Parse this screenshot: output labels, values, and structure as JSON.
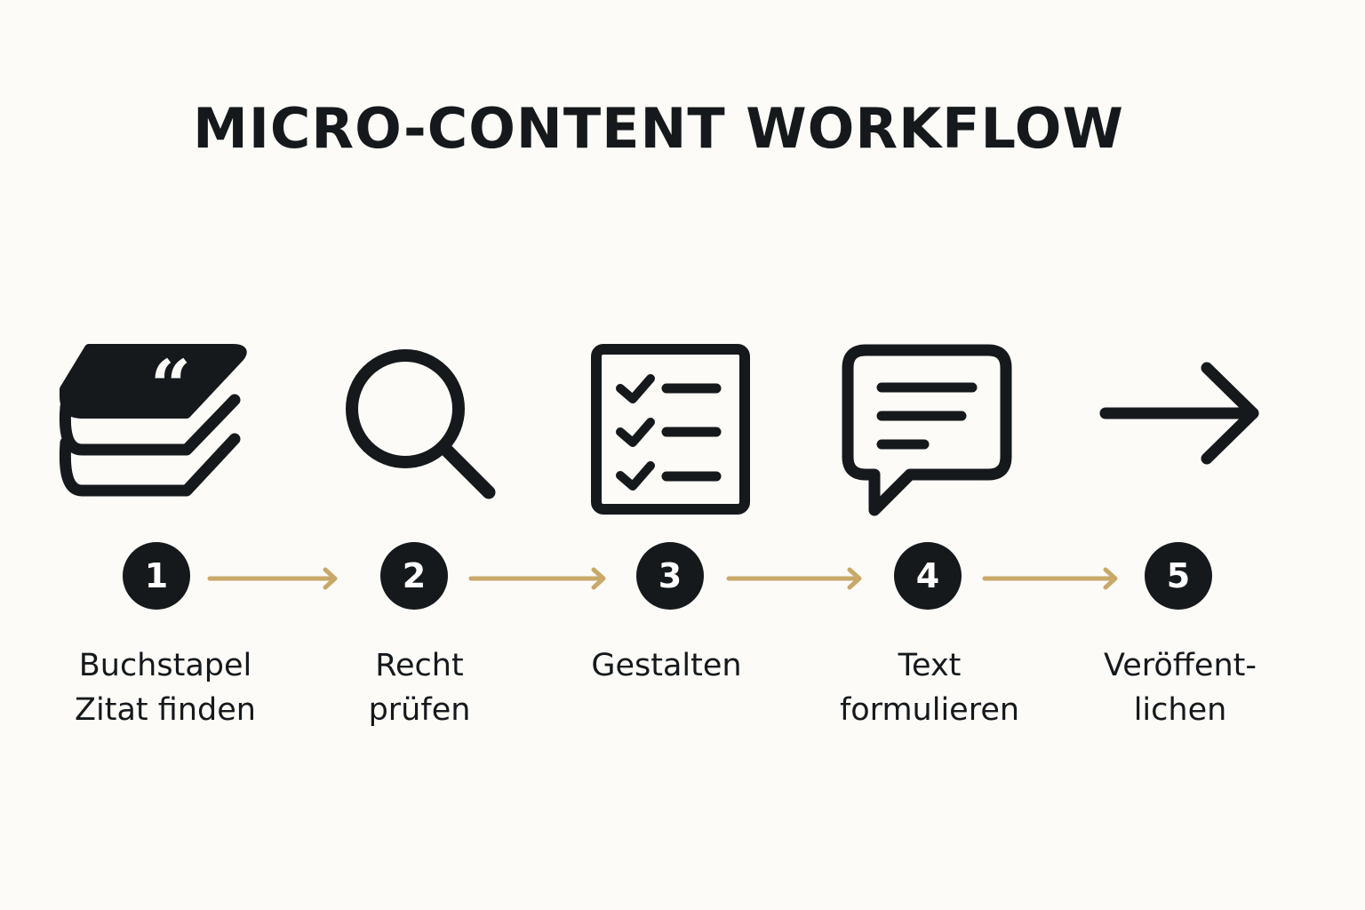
{
  "title": "MICRO-CONTENT WORKFLOW",
  "colors": {
    "background": "#fcfbf7",
    "ink": "#15191c",
    "connector": "#c8a96a",
    "badge_text": "#ffffff"
  },
  "steps": [
    {
      "number": "1",
      "icon": "book-stack-quote-icon",
      "label_lines": [
        "Buchstapel",
        "Zitat finden"
      ]
    },
    {
      "number": "2",
      "icon": "magnifier-icon",
      "label_lines": [
        "Recht",
        "prüfen"
      ]
    },
    {
      "number": "3",
      "icon": "checklist-icon",
      "label_lines": [
        "Gestalten"
      ]
    },
    {
      "number": "4",
      "icon": "speech-bubble-icon",
      "label_lines": [
        "Text",
        "formulieren"
      ]
    },
    {
      "number": "5",
      "icon": "arrow-right-icon",
      "label_lines": [
        "Veröffent-",
        "lichen"
      ]
    }
  ]
}
